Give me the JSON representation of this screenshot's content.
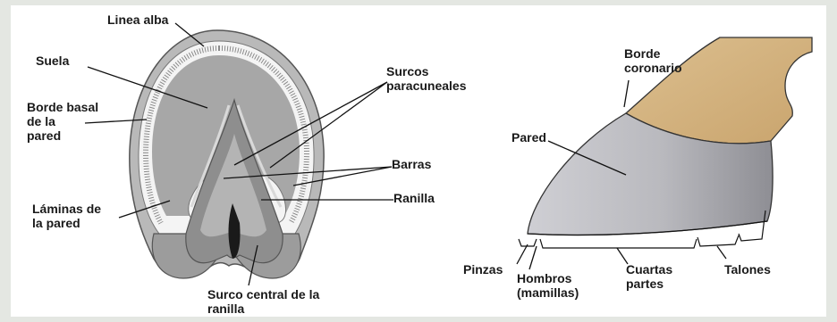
{
  "sole_view": {
    "labels": {
      "linea_alba": "Linea alba",
      "suela": "Suela",
      "borde_basal": [
        "Borde basal",
        "de la",
        "pared"
      ],
      "surcos_paracuneales": [
        "Surcos",
        "paracuneales"
      ],
      "barras": "Barras",
      "ranilla": "Ranilla",
      "laminas": [
        "Láminas de",
        "la pared"
      ],
      "surco_central": [
        "Surco central de la",
        "ranilla"
      ]
    },
    "colors": {
      "sole": "#a7a7a7",
      "wall": "#c9c9c9",
      "white_line": "#f4f4f4",
      "frog": "#8c8c8c"
    }
  },
  "side_view": {
    "labels": {
      "borde_coronario": [
        "Borde",
        "coronario"
      ],
      "pared": "Pared",
      "pinzas": "Pinzas",
      "hombros": [
        "Hombros",
        "(mamillas)"
      ],
      "cuartas": [
        "Cuartas",
        "partes"
      ],
      "talones": "Talones"
    },
    "colors": {
      "skin": "#d2b17f",
      "hoof_wall": "#c4c4c8"
    }
  }
}
